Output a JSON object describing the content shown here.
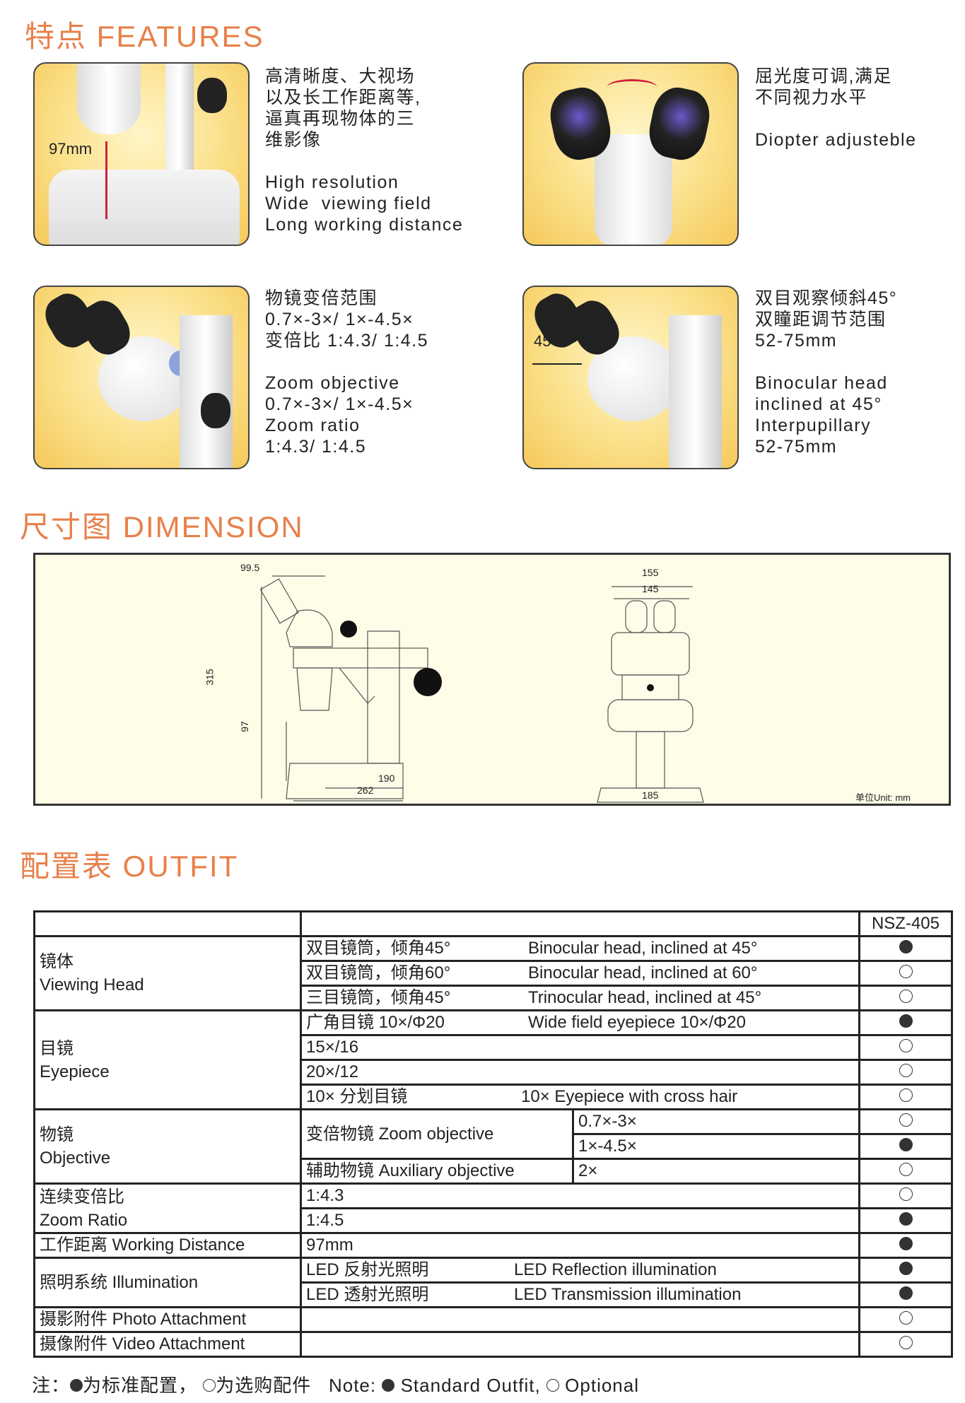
{
  "features": {
    "title": "特点  FEATURES",
    "items": [
      {
        "image_label": "97mm",
        "text": "高清晰度、大视场\n以及长工作距离等,\n逼真再现物体的三\n维影像\n\nHigh resolution\nWide  viewing field\nLong working distance"
      },
      {
        "text": "屈光度可调,满足\n不同视力水平\n\nDiopter adjusteble"
      },
      {
        "text": "物镜变倍范围\n0.7×-3×/ 1×-4.5×\n变倍比 1:4.3/ 1:4.5\n\nZoom objective\n0.7×-3×/ 1×-4.5×\nZoom ratio\n1:4.3/ 1:4.5"
      },
      {
        "image_label": "45°",
        "text": "双目观察倾斜45°\n双瞳距调节范围\n52-75mm\n\nBinocular head\ninclined at 45°\nInterpupillary\n52-75mm"
      }
    ]
  },
  "dimension": {
    "title": "尺寸图  DIMENSION",
    "side": {
      "top": "99.5",
      "height": "315",
      "working": "97",
      "base_inner": "190",
      "base": "262"
    },
    "front": {
      "outer": "155",
      "inner": "145",
      "base": "185"
    },
    "unit": "单位Unit: mm"
  },
  "outfit": {
    "title": "配置表  OUTFIT",
    "model": "NSZ-405",
    "groups": {
      "head": "镜体",
      "head_en": "Viewing Head",
      "eyepiece": "目镜",
      "eyepiece_en": "Eyepiece",
      "objective": "物镜",
      "objective_en": "Objective",
      "zoom": "连续变倍比",
      "zoom_en": "Zoom Ratio",
      "wd": "工作距离  Working Distance",
      "illum": "照明系统  Illumination",
      "photo": "摄影附件  Photo Attachment",
      "video": "摄像附件  Video Attachment"
    },
    "rows": {
      "h1": {
        "cn": "双目镜筒，倾角45°",
        "en": "Binocular head, inclined at 45°"
      },
      "h2": {
        "cn": "双目镜筒，倾角60°",
        "en": "Binocular head, inclined at 60°"
      },
      "h3": {
        "cn": "三目镜筒，倾角45°",
        "en": "Trinocular head, inclined at 45°"
      },
      "e1": {
        "cn": "广角目镜  10×/Φ20",
        "en": "Wide field eyepiece 10×/Φ20"
      },
      "e2": {
        "cn": "15×/16"
      },
      "e3": {
        "cn": "20×/12"
      },
      "e4": {
        "cn": "10×  分划目镜",
        "en": "10×  Eyepiece with cross hair"
      },
      "o_zoom": "变倍物镜   Zoom objective",
      "o1": "0.7×-3×",
      "o2": "1×-4.5×",
      "o_aux": "辅助物镜   Auxiliary objective",
      "o3": "2×",
      "z1": "1:4.3",
      "z2": "1:4.5",
      "wd": "97mm",
      "i1": {
        "cn": "LED 反射光照明",
        "en": "LED  Reflection illumination"
      },
      "i2": {
        "cn": "LED 透射光照明",
        "en": "LED  Transmission illumination"
      }
    },
    "status": [
      "standard",
      "optional",
      "optional",
      "standard",
      "optional",
      "optional",
      "optional",
      "optional",
      "standard",
      "optional",
      "optional",
      "standard",
      "standard",
      "standard",
      "standard",
      "optional",
      "optional"
    ]
  },
  "note": {
    "prefix": "注：",
    "std_cn": "为标准配置，",
    "opt_cn": "为选购配件",
    "note_en": "Note:",
    "std_en": "Standard  Outfit,",
    "opt_en": "Optional"
  },
  "colors": {
    "accent": "#e8804a",
    "dim_bg": "#fffde8"
  }
}
